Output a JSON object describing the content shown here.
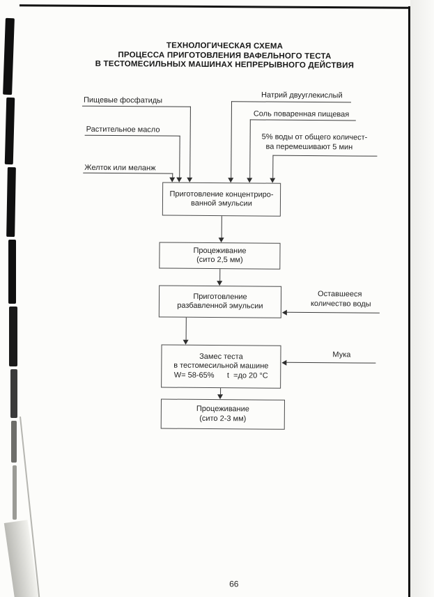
{
  "document": {
    "page_number": "66",
    "title_lines": [
      "ТЕХНОЛОГИЧЕСКАЯ СХЕМА",
      "ПРОЦЕССА ПРИГОТОВЛЕНИЯ ВАФЕЛЬНОГО ТЕСТА",
      "В ТЕСТОМЕСИЛЬНЫХ МАШИНАХ НЕПРЕРЫВНОГО ДЕЙСТВИЯ"
    ]
  },
  "flowchart": {
    "ingredient_labels": {
      "phosphatides": "Пищевые фосфатиды",
      "vegetable_oil": "Растительное масло",
      "yolk_or_melange": "Желток или меланж",
      "sodium_bicarbonate": "Натрий двууглекислый",
      "table_salt": "Соль поваренная пищевая",
      "water_5pct_line1": "5% воды от общего количест-",
      "water_5pct_line2": "ва перемешивают 5 мин"
    },
    "boxes": {
      "concentrated_emulsion": {
        "line1": "Приготовление концентриро-",
        "line2": "ванной эмульсии"
      },
      "straining_1": {
        "line1": "Процеживание",
        "line2": "(сито 2,5 мм)"
      },
      "diluted_emulsion": {
        "line1": "Приготовление",
        "line2": "разбавленной эмульсии"
      },
      "kneading": {
        "line1": "Замес теста",
        "line2": "в тестомесильной машине",
        "line3": "W= 58-65%      t  =до 20 °С"
      },
      "straining_2": {
        "line1": "Процеживание",
        "line2": "(сито 2-3 мм)"
      }
    },
    "side_labels": {
      "remaining_water_line1": "Оставшееся",
      "remaining_water_line2": "количество воды",
      "flour": "Мука"
    }
  }
}
